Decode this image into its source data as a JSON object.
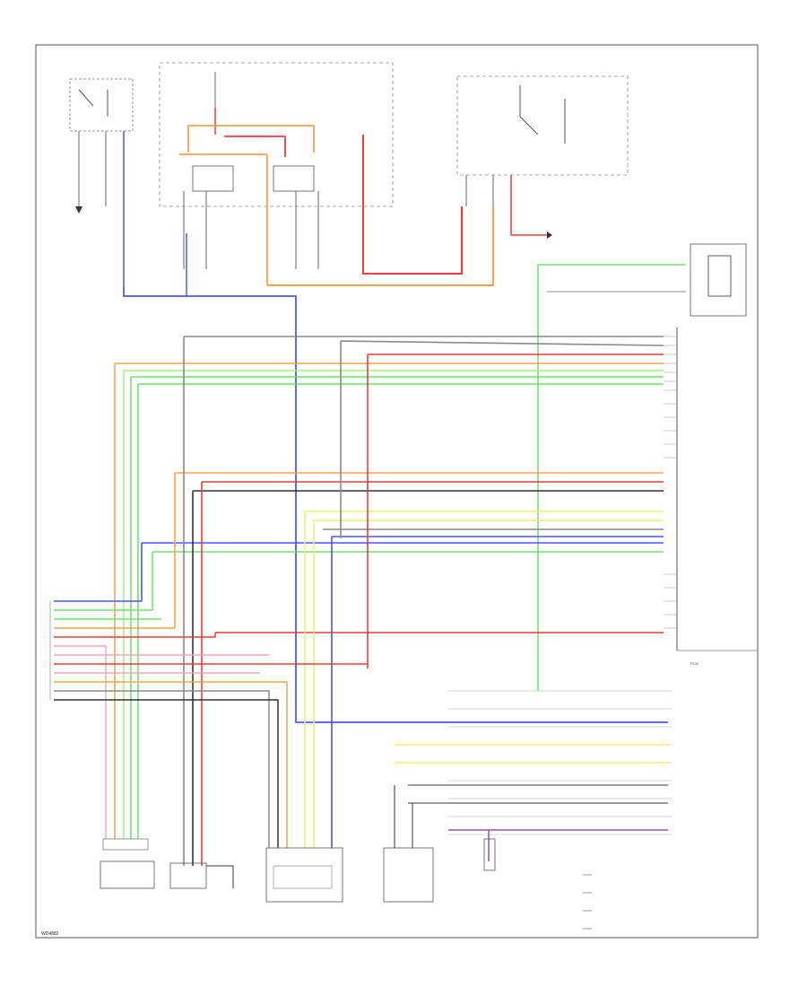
{
  "footer": {
    "ref": "WD4882"
  },
  "wire_colors": {
    "orange": "#f7a34b",
    "red": "#ef3b3b",
    "blue": "#4a57f5",
    "green": "#6fe36b",
    "light_green": "#a4f08a",
    "yellow": "#f2f06a",
    "pink": "#f6a7b6",
    "gray": "#8a8a8a",
    "dark": "#333333",
    "purple": "#8a5aa0"
  },
  "pin_rows": {
    "right_module_group1": 5,
    "right_module_group2": 3,
    "right_module_group3": 6,
    "right_module_group4": 1,
    "left_bus": 12
  },
  "table_rows": 4,
  "legend_items": 4
}
